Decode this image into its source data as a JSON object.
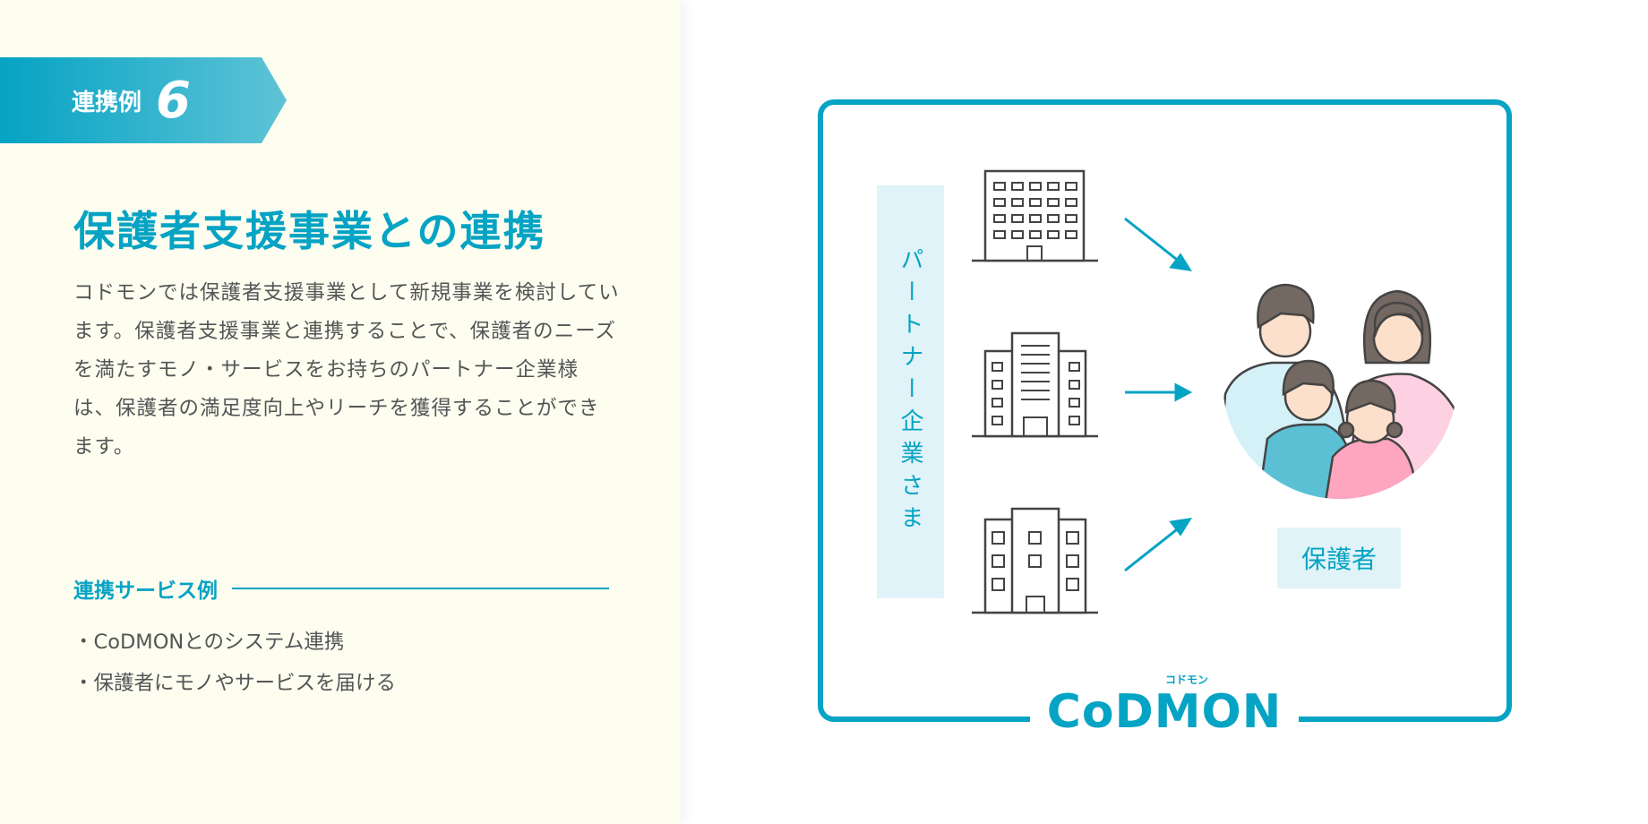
{
  "badge": {
    "label": "連携例",
    "number": "6"
  },
  "title": "保護者支援事業との連携",
  "body": "コドモンでは保護者支援事業として新規事業を検討しています。保護者支援事業と連携することで、保護者のニーズを満たすモノ・サービスをお持ちのパートナー企業様は、保護者の満足度向上やリーチを獲得することができます。",
  "services": {
    "heading": "連携サービス例",
    "items": [
      "・CoDMONとのシステム連携",
      "・保護者にモノやサービスを届ける"
    ]
  },
  "diagram": {
    "partner_label": "パートナー企業さま",
    "parent_label": "保護者"
  },
  "logo": {
    "text": "CoDMON",
    "kana": "コドモン"
  },
  "colors": {
    "accent": "#05a3c4",
    "panel": "#fdfdf0",
    "label_bg": "#e0f3f8"
  }
}
